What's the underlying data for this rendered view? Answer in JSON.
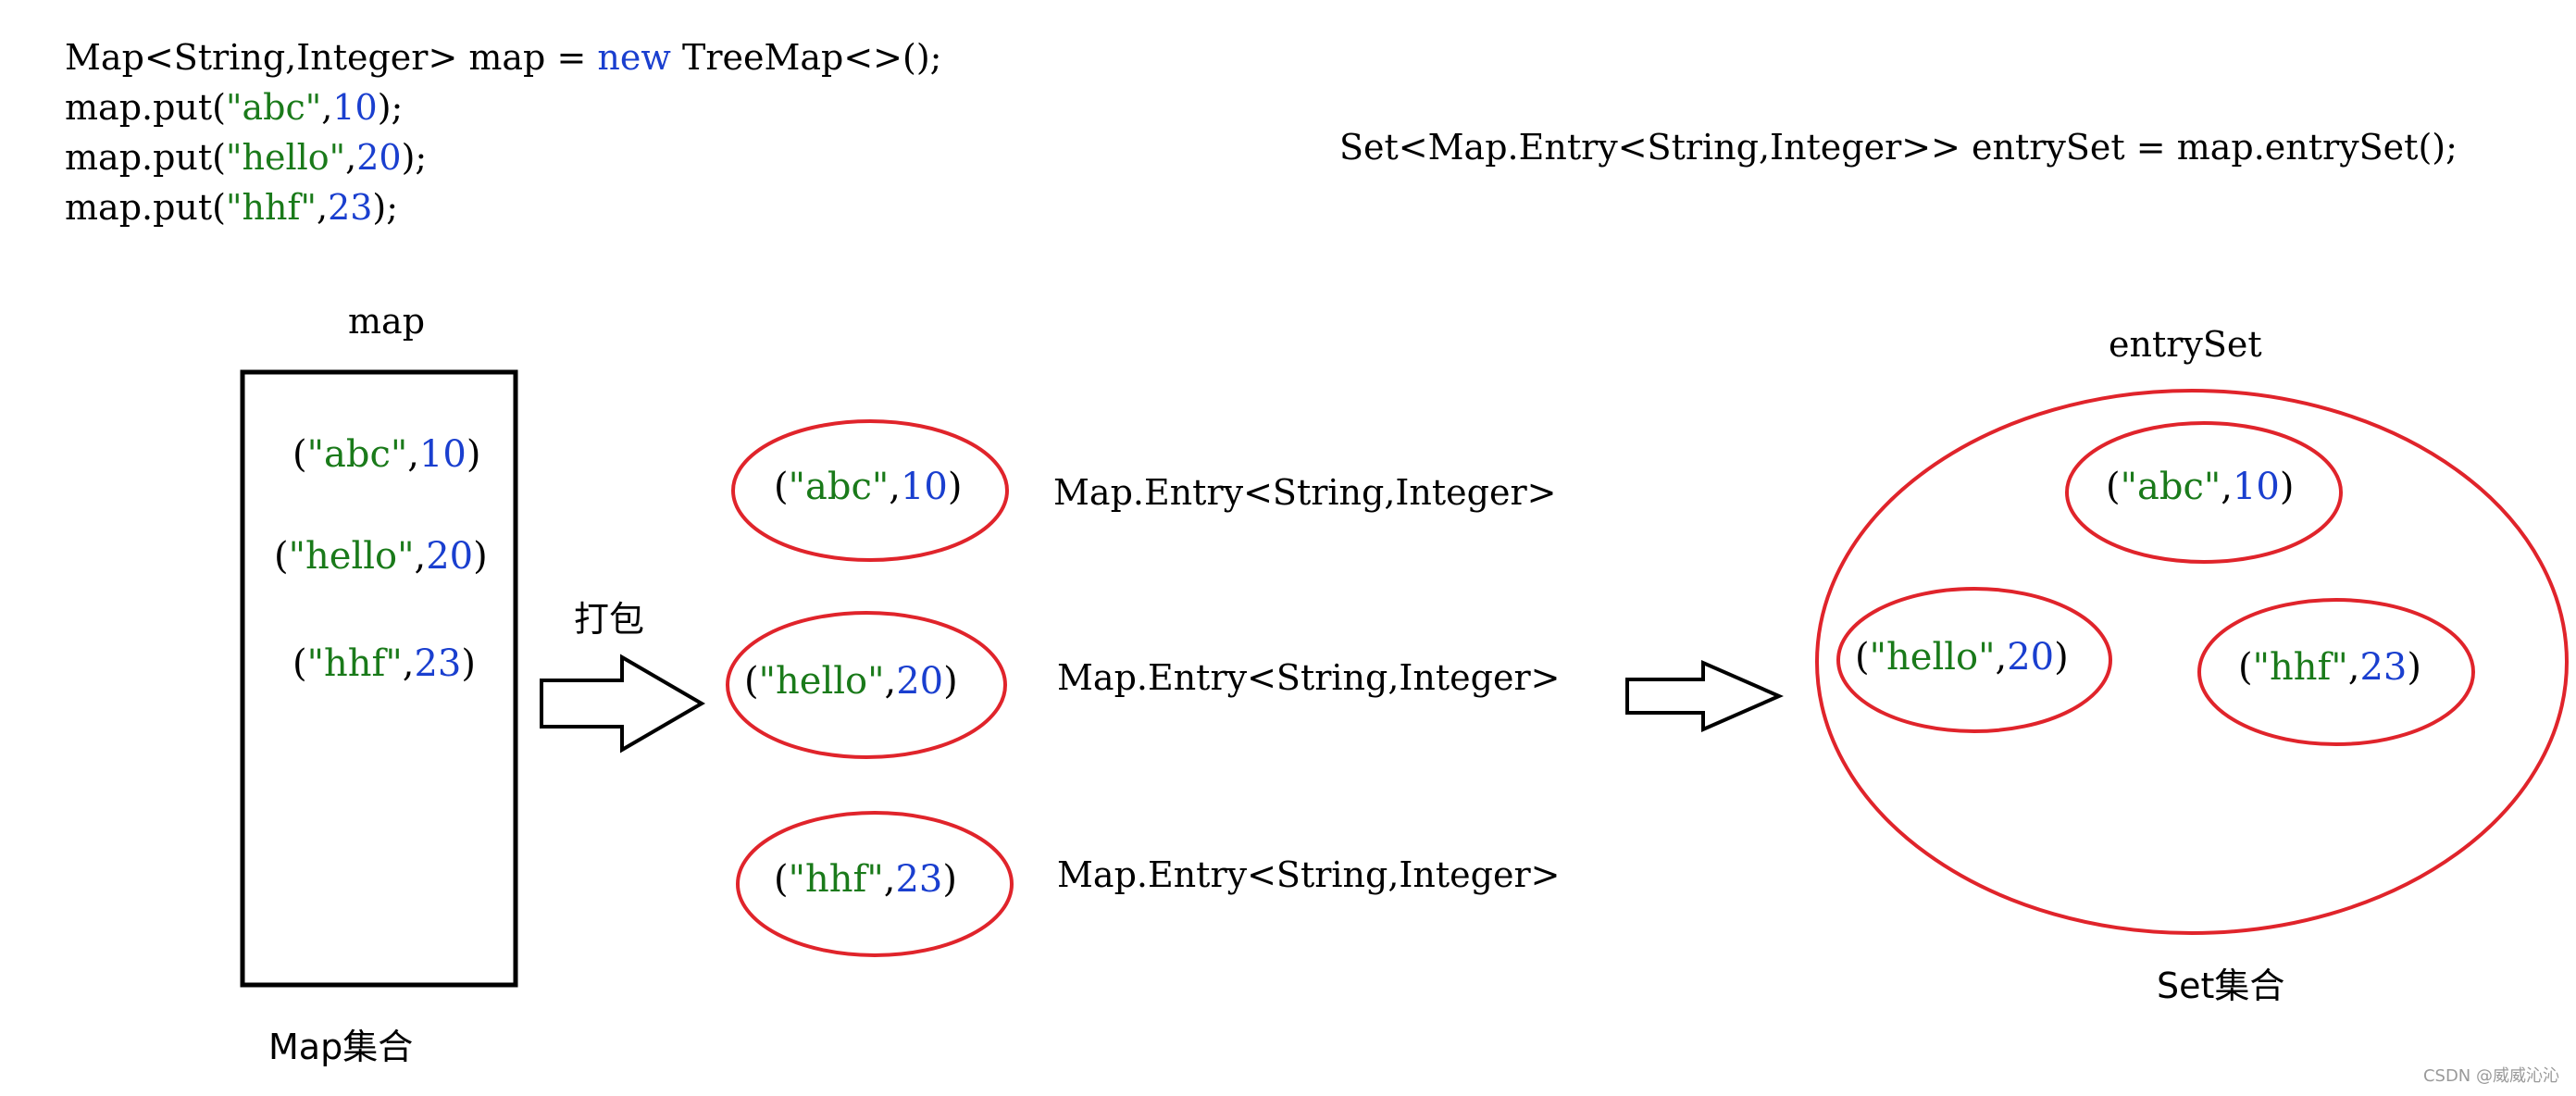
{
  "code": {
    "line1": {
      "a": "Map<String,Integer> map = ",
      "kw": "new",
      "b": " TreeMap<>();"
    },
    "line2": {
      "a": "map.put(",
      "s": "\"abc\"",
      "c": ",",
      "n": "10",
      "e": ");"
    },
    "line3": {
      "a": "map.put(",
      "s": "\"hello\"",
      "c": ",",
      "n": "20",
      "e": ");"
    },
    "line4": {
      "a": "map.put(",
      "s": "\"hhf\"",
      "c": ",",
      "n": "23",
      "e": ");"
    },
    "entryset_line": "Set<Map.Entry<String,Integer>> entrySet = map.entrySet();"
  },
  "labels": {
    "map": "map",
    "map_collection": "Map集合",
    "pack": "打包",
    "entryset": "entrySet",
    "set_collection": "Set集合",
    "entry_type": "Map.Entry<String,Integer>"
  },
  "pairs": [
    {
      "key": "\"abc\"",
      "value": "10"
    },
    {
      "key": "\"hello\"",
      "value": "20"
    },
    {
      "key": "\"hhf\"",
      "value": "23"
    }
  ],
  "colors": {
    "ellipse": "#e0242b",
    "string": "#1a7a1a",
    "number": "#1a3fcf"
  },
  "watermark": "CSDN @威威沁沁"
}
